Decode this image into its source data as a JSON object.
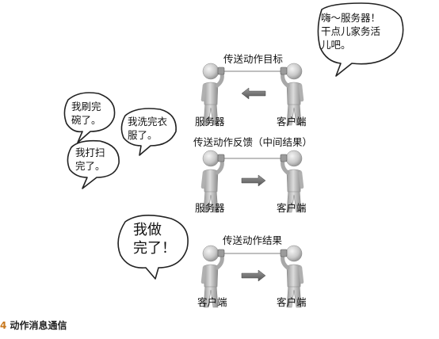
{
  "title": "",
  "stages": [
    {
      "heading": "传送动作目标",
      "left_label": "服务器",
      "right_label": "客户端",
      "arrow": "left"
    },
    {
      "heading": "传送动作反馈（中间结果）",
      "left_label": "服务器",
      "right_label": "客户端",
      "arrow": "right"
    },
    {
      "heading": "传送动作结果",
      "left_label": "客户端",
      "right_label": "客户端",
      "arrow": "right"
    }
  ],
  "bubbles": {
    "client_request": [
      "嗨～服务器！",
      "干点儿家务活",
      "儿吧。"
    ],
    "dishes": [
      "我刷完",
      "碗了。"
    ],
    "laundry": [
      "我洗完衣",
      "服了。"
    ],
    "sweep": [
      "我打扫",
      "完了。"
    ],
    "done": [
      "我做",
      "完了！"
    ]
  },
  "caption": {
    "number": "4",
    "text": "动作消息通信"
  },
  "colors": {
    "figure": "#c4c4c4",
    "figure_shade": "#8a8a8a",
    "arrow": "#6d6d6d",
    "bubble_stroke": "#222222"
  }
}
